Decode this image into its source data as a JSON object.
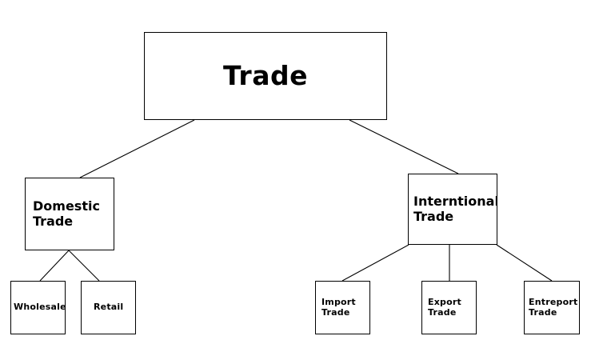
{
  "diagram": {
    "type": "tree",
    "title": "Trade",
    "background_color": "#ffffff",
    "line_color": "#000000",
    "box_border_color": "#000000",
    "text_color": "#000000",
    "nodes": {
      "root": {
        "label": "Trade",
        "level": 1
      },
      "domestic": {
        "label": "Domestic\nTrade",
        "level": 2
      },
      "international": {
        "label": "Interntional\nTrade",
        "level": 2
      },
      "wholesale": {
        "label": "Wholesale",
        "level": 3
      },
      "retail": {
        "label": "Retail",
        "level": 3
      },
      "import": {
        "label": "Import\nTrade",
        "level": 3
      },
      "export": {
        "label": "Export\nTrade",
        "level": 3
      },
      "entreport": {
        "label": "Entreport\nTrade",
        "level": 3
      }
    },
    "edges": [
      {
        "from": "root",
        "to": "domestic"
      },
      {
        "from": "root",
        "to": "international"
      },
      {
        "from": "domestic",
        "to": "wholesale"
      },
      {
        "from": "domestic",
        "to": "retail"
      },
      {
        "from": "international",
        "to": "import"
      },
      {
        "from": "international",
        "to": "export"
      },
      {
        "from": "international",
        "to": "entreport"
      }
    ]
  }
}
